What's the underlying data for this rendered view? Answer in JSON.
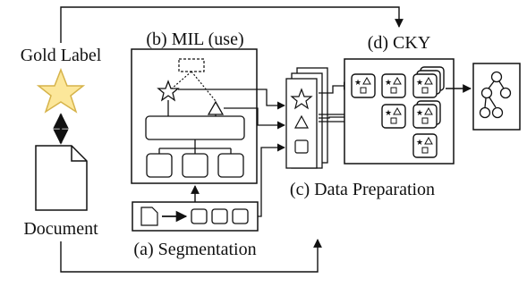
{
  "labels": {
    "gold_label": "Gold Label",
    "document": "Document",
    "mil": "(b) MIL (use)",
    "cky": "(d) CKY",
    "data_prep": "(c) Data Preparation",
    "segmentation": "(a) Segmentation"
  },
  "colors": {
    "star_fill": "#fce79a",
    "star_stroke": "#d6b34a",
    "line": "#111111"
  },
  "icons": {
    "gold_label": "star-icon",
    "document": "document-icon",
    "data_stack": "card-stack-icon",
    "tree": "tree-icon"
  }
}
